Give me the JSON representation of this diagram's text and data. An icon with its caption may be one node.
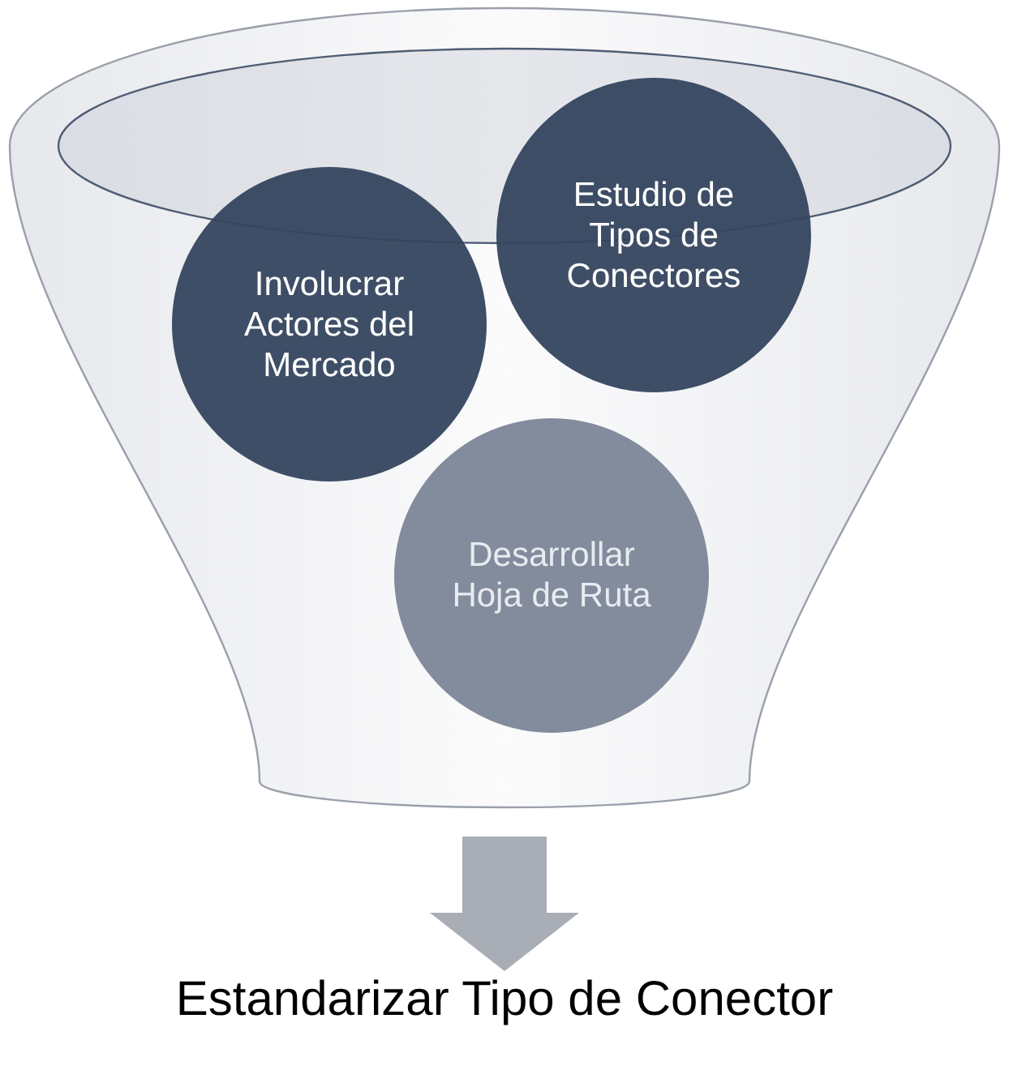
{
  "diagram": {
    "nodes": [
      {
        "text": [],
        "shape": "funnel"
      },
      {
        "text": [
          "Involucrar Actores del Mercado"
        ],
        "in": 0
      },
      {
        "text": [
          "Estudio de Tipos de Conectores"
        ],
        "in": 0
      },
      {
        "text": [
          "Desarrollar Hoja de Ruta"
        ],
        "in": 0
      },
      {
        "text": [
          "Estandarizar Tipo de Conector"
        ]
      }
    ],
    "edges": [
      {
        "from": 0,
        "to": 4,
        "arrow": "to",
        "style": "thick"
      }
    ]
  }
}
